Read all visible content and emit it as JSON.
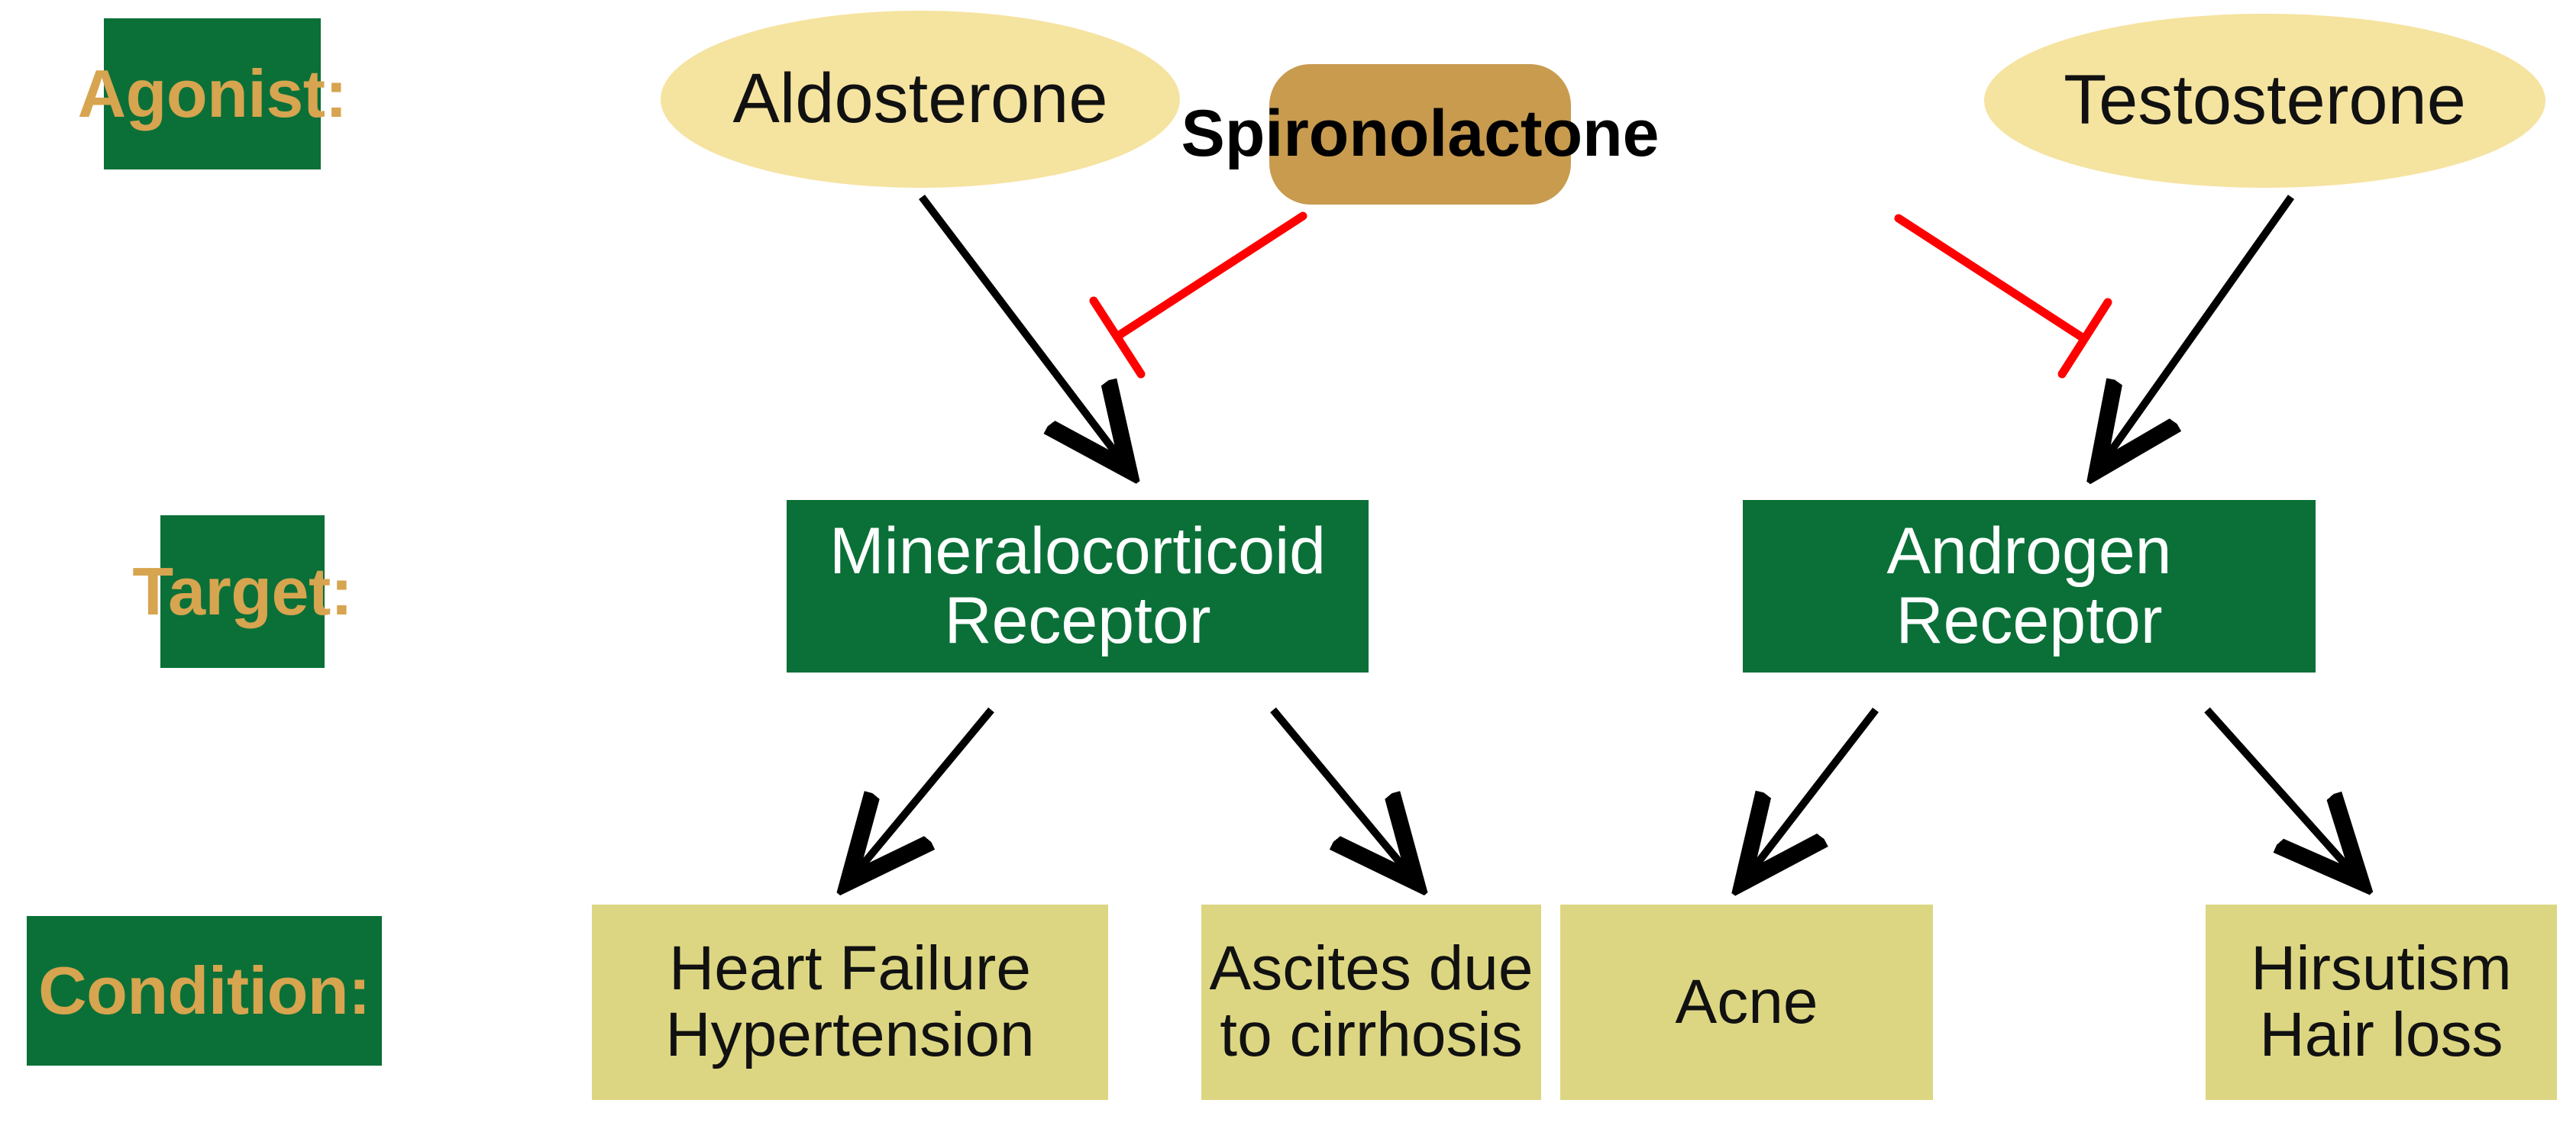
{
  "diagram": {
    "title": "Spironolactone receptor antagonism pathway",
    "background_color": "#FFFFFF",
    "colors": {
      "dark_green": "#0A7038",
      "tan_text": "#D7A44F",
      "pale_yellow_ellipse": "#F5E3A0",
      "drug_gold": "#C89B4F",
      "condition_yellow": "#DCD682",
      "inhibition_red": "#FF0000",
      "arrow_black": "#000000",
      "white_text": "#FFFFFF"
    }
  },
  "row_labels": [
    {
      "id": "agonist",
      "label": "Agonist:"
    },
    {
      "id": "target",
      "label": "Target:"
    },
    {
      "id": "condition",
      "label": "Condition:"
    }
  ],
  "agonists": [
    {
      "id": "aldosterone",
      "label": "Aldosterone",
      "shape": "ellipse"
    },
    {
      "id": "testosterone",
      "label": "Testosterone",
      "shape": "ellipse"
    }
  ],
  "drug": {
    "id": "spironolactone",
    "label": "Spironolactone",
    "shape": "rounded-rect"
  },
  "targets": [
    {
      "id": "mineralocorticoid-receptor",
      "label": "Mineralocorticoid\nReceptor"
    },
    {
      "id": "androgen-receptor",
      "label": "Androgen\nReceptor"
    }
  ],
  "conditions": [
    {
      "id": "heart-failure-hypertension",
      "label": "Heart Failure\nHypertension"
    },
    {
      "id": "ascites-cirrhosis",
      "label": "Ascites due\nto cirrhosis"
    },
    {
      "id": "acne",
      "label": "Acne"
    },
    {
      "id": "hirsutism-hair-loss",
      "label": "Hirsutism\nHair loss"
    }
  ],
  "edges": [
    {
      "id": "aldosterone-to-mr",
      "type": "activation",
      "from": "aldosterone",
      "to": "mineralocorticoid-receptor",
      "color": "#000000",
      "marker": "arrow"
    },
    {
      "id": "testosterone-to-ar",
      "type": "activation",
      "from": "testosterone",
      "to": "androgen-receptor",
      "color": "#000000",
      "marker": "arrow"
    },
    {
      "id": "spironolactone-inhibits-mr",
      "type": "inhibition",
      "from": "spironolactone",
      "to": "mineralocorticoid-receptor",
      "color": "#FF0000",
      "marker": "t-bar"
    },
    {
      "id": "spironolactone-inhibits-ar",
      "type": "inhibition",
      "from": "spironolactone",
      "to": "androgen-receptor",
      "color": "#FF0000",
      "marker": "t-bar"
    },
    {
      "id": "mr-to-heart-failure",
      "type": "activation",
      "from": "mineralocorticoid-receptor",
      "to": "heart-failure-hypertension",
      "color": "#000000",
      "marker": "arrow"
    },
    {
      "id": "mr-to-ascites",
      "type": "activation",
      "from": "mineralocorticoid-receptor",
      "to": "ascites-cirrhosis",
      "color": "#000000",
      "marker": "arrow"
    },
    {
      "id": "ar-to-acne",
      "type": "activation",
      "from": "androgen-receptor",
      "to": "acne",
      "color": "#000000",
      "marker": "arrow"
    },
    {
      "id": "ar-to-hirsutism",
      "type": "activation",
      "from": "androgen-receptor",
      "to": "hirsutism-hair-loss",
      "color": "#000000",
      "marker": "arrow"
    }
  ]
}
